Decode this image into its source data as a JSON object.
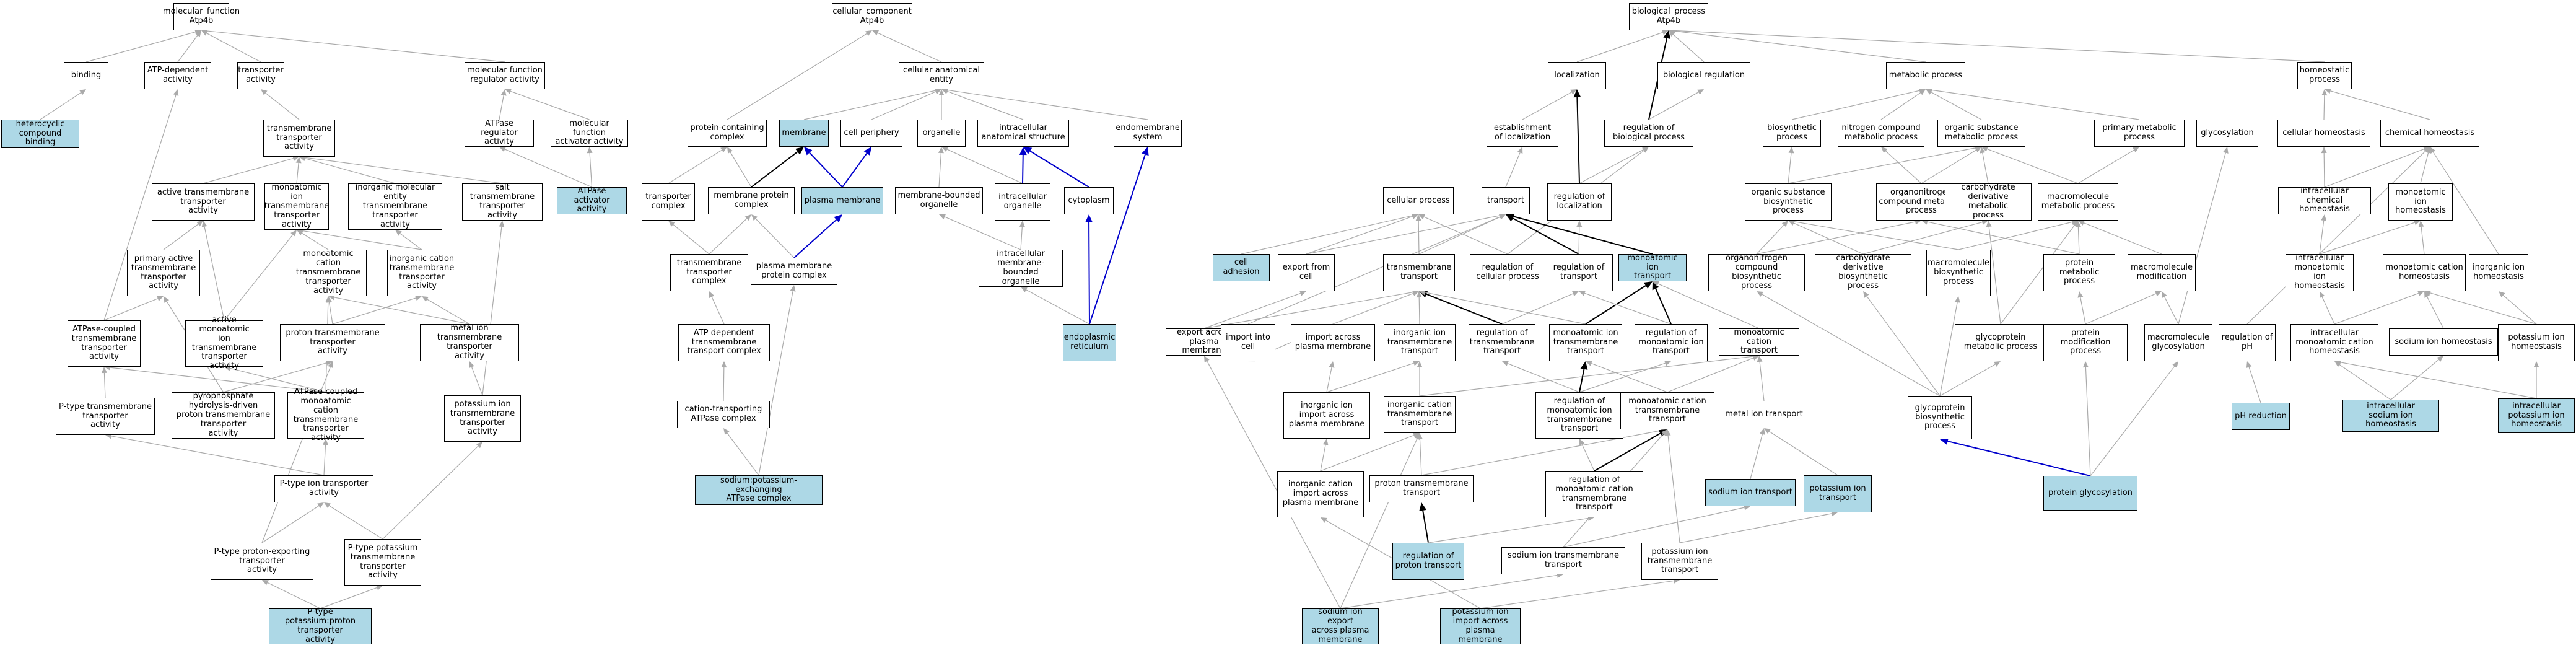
{
  "colors": {
    "highlight": "#add8e6",
    "default_fill": "#ffffff",
    "edge_gray": "#aaaaaa",
    "edge_black": "#000000",
    "edge_blue": "#0000cc"
  },
  "nodes": {
    "mf_root": "molecular_function\nAtp4b",
    "binding": "binding",
    "atp_dep": "ATP-dependent\nactivity",
    "transporter": "transporter\nactivity",
    "mf_reg": "molecular function\nregulator activity",
    "heterocyclic": "heterocyclic\ncompound binding",
    "tm_transporter": "transmembrane\ntransporter\nactivity",
    "atpase_reg": "ATPase regulator\nactivity",
    "mf_activator": "molecular function\nactivator activity",
    "active_tm": "active transmembrane\ntransporter\nactivity",
    "monoatomic_ion_tm": "monoatomic ion\ntransmembrane\ntransporter\nactivity",
    "inorg_mol_tm": "inorganic molecular\nentity transmembrane\ntransporter\nactivity",
    "salt_tm": "salt transmembrane\ntransporter\nactivity",
    "atpase_activator": "ATPase activator\nactivity",
    "primary_active": "primary active\ntransmembrane\ntransporter\nactivity",
    "mono_cation_tm": "monoatomic cation\ntransmembrane\ntransporter\nactivity",
    "inorg_cation_tm": "inorganic cation\ntransmembrane\ntransporter\nactivity",
    "atpase_coupled": "ATPase-coupled\ntransmembrane\ntransporter\nactivity",
    "active_mono_ion": "active monoatomic\nion transmembrane\ntransporter\nactivity",
    "proton_tm": "proton transmembrane\ntransporter\nactivity",
    "metal_ion_tm": "metal ion transmembrane\ntransporter\nactivity",
    "ptype_tm": "P-type transmembrane\ntransporter\nactivity",
    "pyrophosphate": "pyrophosphate\nhydrolysis-driven\nproton transmembrane\ntransporter\nactivity",
    "atpase_mono_cation": "ATPase-coupled\nmonoatomic cation\ntransmembrane\ntransporter\nactivity",
    "potassium_tm": "potassium ion\ntransmembrane\ntransporter\nactivity",
    "ptype_ion": "P-type ion transporter\nactivity",
    "ptype_proton_exp": "P-type proton-exporting\ntransporter\nactivity",
    "ptype_potassium": "P-type potassium\ntransmembrane\ntransporter\nactivity",
    "ptype_k_proton": "P-type potassium:proton\ntransporter\nactivity",
    "cc_root": "cellular_component\nAtp4b",
    "cell_anat": "cellular anatomical\nentity",
    "protein_complex": "protein-containing\ncomplex",
    "membrane": "membrane",
    "cell_periphery": "cell periphery",
    "organelle": "organelle",
    "intracell_anat": "intracellular\nanatomical structure",
    "endomembrane": "endomembrane\nsystem",
    "transporter_cx": "transporter\ncomplex",
    "membrane_prot_cx": "membrane protein\ncomplex",
    "plasma_membrane": "plasma membrane",
    "membrane_bounded": "membrane-bounded\norganelle",
    "intracell_org": "intracellular\norganelle",
    "cytoplasm": "cytoplasm",
    "tm_transporter_cx": "transmembrane\ntransporter\ncomplex",
    "pm_protein_cx": "plasma membrane\nprotein complex",
    "intracell_mb_org": "intracellular\nmembrane-bounded\norganelle",
    "atp_dep_tm_cx": "ATP dependent\ntransmembrane\ntransport complex",
    "endoplasmic": "endoplasmic\nreticulum",
    "cation_atpase_cx": "cation-transporting\nATPase complex",
    "na_k_atpase": "sodium:potassium-exchanging\nATPase complex",
    "bp_root": "biological_process\nAtp4b",
    "localization": "localization",
    "bio_reg": "biological regulation",
    "metabolic": "metabolic process",
    "homeostatic": "homeostatic\nprocess",
    "establish_loc": "establishment\nof localization",
    "reg_bio_proc": "regulation of\nbiological process",
    "biosynthetic": "biosynthetic\nprocess",
    "nitrogen_met": "nitrogen compound\nmetabolic process",
    "org_sub_met": "organic substance\nmetabolic process",
    "primary_met": "primary metabolic\nprocess",
    "glycosylation": "glycosylation",
    "cellular_homeo": "cellular homeostasis",
    "chemical_homeo": "chemical homeostasis",
    "cellular_process": "cellular process",
    "transport": "transport",
    "reg_localization": "regulation of\nlocalization",
    "org_sub_biosyn": "organic substance\nbiosynthetic\nprocess",
    "organonitrogen_met": "organonitrogen\ncompound metabolic\nprocess",
    "carb_deriv_met": "carbohydrate\nderivative metabolic\nprocess",
    "macromolecule_met": "macromolecule\nmetabolic process",
    "intracell_chem_homeo": "intracellular\nchemical homeostasis",
    "mono_ion_homeo": "monoatomic ion\nhomeostasis",
    "cell_adhesion": "cell adhesion",
    "export_from_cell": "export from\ncell",
    "tm_transport": "transmembrane\ntransport",
    "reg_cell_proc": "regulation of\ncellular process",
    "reg_transport": "regulation of\ntransport",
    "mono_ion_transport": "monoatomic ion\ntransport",
    "organonitrogen_biosyn": "organonitrogen\ncompound biosynthetic\nprocess",
    "carb_deriv_biosyn": "carbohydrate\nderivative biosynthetic\nprocess",
    "macromolecule_biosyn": "macromolecule\nbiosynthetic\nprocess",
    "protein_met": "protein metabolic\nprocess",
    "macromolecule_mod": "macromolecule\nmodification",
    "intracell_mono_ion_homeo": "intracellular\nmonoatomic ion\nhomeostasis",
    "mono_cation_homeo": "monoatomic cation\nhomeostasis",
    "inorg_ion_homeo": "inorganic ion\nhomeostasis",
    "export_across_pm": "export across\nplasma membrane",
    "import_into_cell": "import into\ncell",
    "import_across_pm": "import across\nplasma membrane",
    "inorg_ion_tm_transport": "inorganic ion\ntransmembrane\ntransport",
    "reg_tm_transport": "regulation of\ntransmembrane\ntransport",
    "mono_ion_tm_transport": "monoatomic ion\ntransmembrane\ntransport",
    "reg_mono_ion_transport": "regulation of\nmonoatomic ion\ntransport",
    "mono_cation_transport": "monoatomic cation\ntransport",
    "glycoprotein_met": "glycoprotein\nmetabolic process",
    "protein_mod": "protein modification\nprocess",
    "macromolecule_glyco": "macromolecule\nglycosylation",
    "reg_ph": "regulation of\npH",
    "intracell_mono_cation_homeo": "intracellular\nmonoatomic cation\nhomeostasis",
    "sodium_homeo": "sodium ion homeostasis",
    "potassium_homeo": "potassium ion\nhomeostasis",
    "inorg_ion_import_pm": "inorganic ion\nimport across\nplasma membrane",
    "inorg_cation_tm_transport": "inorganic cation\ntransmembrane\ntransport",
    "reg_mono_ion_tm_transport": "regulation of\nmonoatomic ion\ntransmembrane\ntransport",
    "mono_cation_tm_transport": "monoatomic cation\ntransmembrane\ntransport",
    "metal_ion_transport": "metal ion transport",
    "glycoprotein_biosyn": "glycoprotein\nbiosynthetic\nprocess",
    "ph_reduction": "pH reduction",
    "intracell_na_homeo": "intracellular\nsodium ion homeostasis",
    "intracell_k_homeo": "intracellular\npotassium ion\nhomeostasis",
    "inorg_cation_import_pm": "inorganic cation\nimport across\nplasma membrane",
    "proton_tm_transport": "proton transmembrane\ntransport",
    "reg_mono_cation_tm_transport": "regulation of\nmonoatomic cation\ntransmembrane\ntransport",
    "sodium_transport": "sodium ion transport",
    "potassium_transport": "potassium ion\ntransport",
    "protein_glycosylation": "protein glycosylation",
    "reg_proton_transport": "regulation of\nproton transport",
    "na_tm_transport": "sodium ion transmembrane\ntransport",
    "k_tm_transport": "potassium ion\ntransmembrane\ntransport",
    "na_export_pm": "sodium ion export\nacross plasma\nmembrane",
    "k_import_pm": "potassium ion\nimport across\nplasma membrane"
  }
}
